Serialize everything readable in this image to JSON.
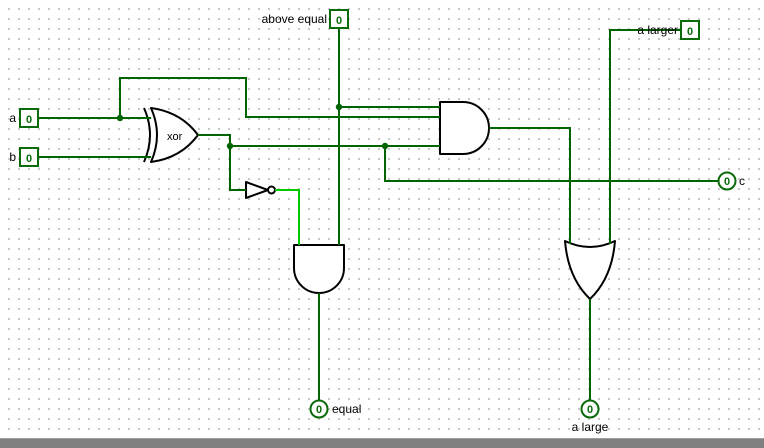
{
  "app": {
    "name": "logic circuit canvas"
  },
  "colors": {
    "wire_low": "#006400",
    "wire_high": "#00c800",
    "pin_border": "#0a6b0a",
    "pin_digit": "#0a6b0a",
    "gate_stroke": "#000000",
    "label_text": "#000000",
    "canvas_bg": "#ffffff",
    "grid_dot": "#c4c4c4",
    "bottom_bar": "#808080"
  },
  "gates": {
    "xor_label": "xor"
  },
  "pins": {
    "inputs": [
      {
        "label": "a",
        "value": "0"
      },
      {
        "label": "b",
        "value": "0"
      },
      {
        "label": "above equal",
        "value": "0"
      },
      {
        "label": "a larger",
        "value": "0"
      }
    ],
    "outputs": [
      {
        "label": "c",
        "value": "0"
      },
      {
        "label": "equal",
        "value": "0"
      },
      {
        "label": "a large",
        "value": "0"
      }
    ]
  }
}
